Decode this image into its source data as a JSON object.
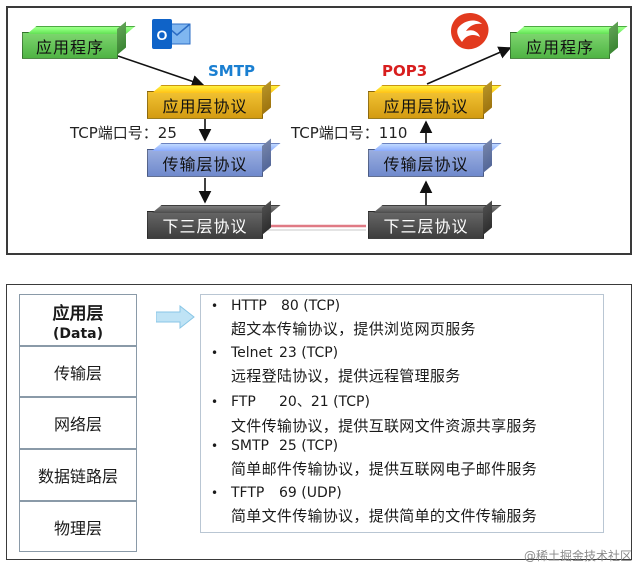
{
  "top": {
    "left_app": "应用程序",
    "right_app": "应用程序",
    "send_protocol": "SMTP",
    "recv_protocol": "POP3",
    "left_stack": [
      "应用层协议",
      "传输层协议",
      "下三层协议"
    ],
    "right_stack": [
      "应用层协议",
      "传输层协议",
      "下三层协议"
    ],
    "left_port": "TCP端口号：25",
    "right_port": "TCP端口号：110",
    "colors": {
      "app": "#5cbf4f",
      "application_layer": "#e2ad1c",
      "transport_layer": "#7f98d6",
      "lower_layers": "#505050",
      "link_line": "#e07a85",
      "smtp_text": "#1a7fd1",
      "pop3_text": "#d81e1e"
    },
    "icons": [
      "outlook-icon",
      "foxmail-icon"
    ]
  },
  "layers": [
    {
      "name": "应用层",
      "sub": "(Data)"
    },
    {
      "name": "传输层"
    },
    {
      "name": "网络层"
    },
    {
      "name": "数据链路层"
    },
    {
      "name": "物理层"
    }
  ],
  "protocols": [
    {
      "name": "HTTP",
      "port": "80 (TCP)",
      "desc": "超文本传输协议，提供浏览网页服务"
    },
    {
      "name": "Telnet",
      "port": "23 (TCP)",
      "desc": "远程登陆协议，提供远程管理服务"
    },
    {
      "name": "FTP",
      "port": "20、21 (TCP)",
      "desc": "文件传输协议，提供互联网文件资源共享服务"
    },
    {
      "name": "SMTP",
      "port": "25 (TCP)",
      "desc": "简单邮件传输协议，提供互联网电子邮件服务"
    },
    {
      "name": "TFTP",
      "port": "69 (UDP)",
      "desc": "简单文件传输协议，提供简单的文件传输服务"
    }
  ],
  "watermark": "@稀土掘金技术社区"
}
